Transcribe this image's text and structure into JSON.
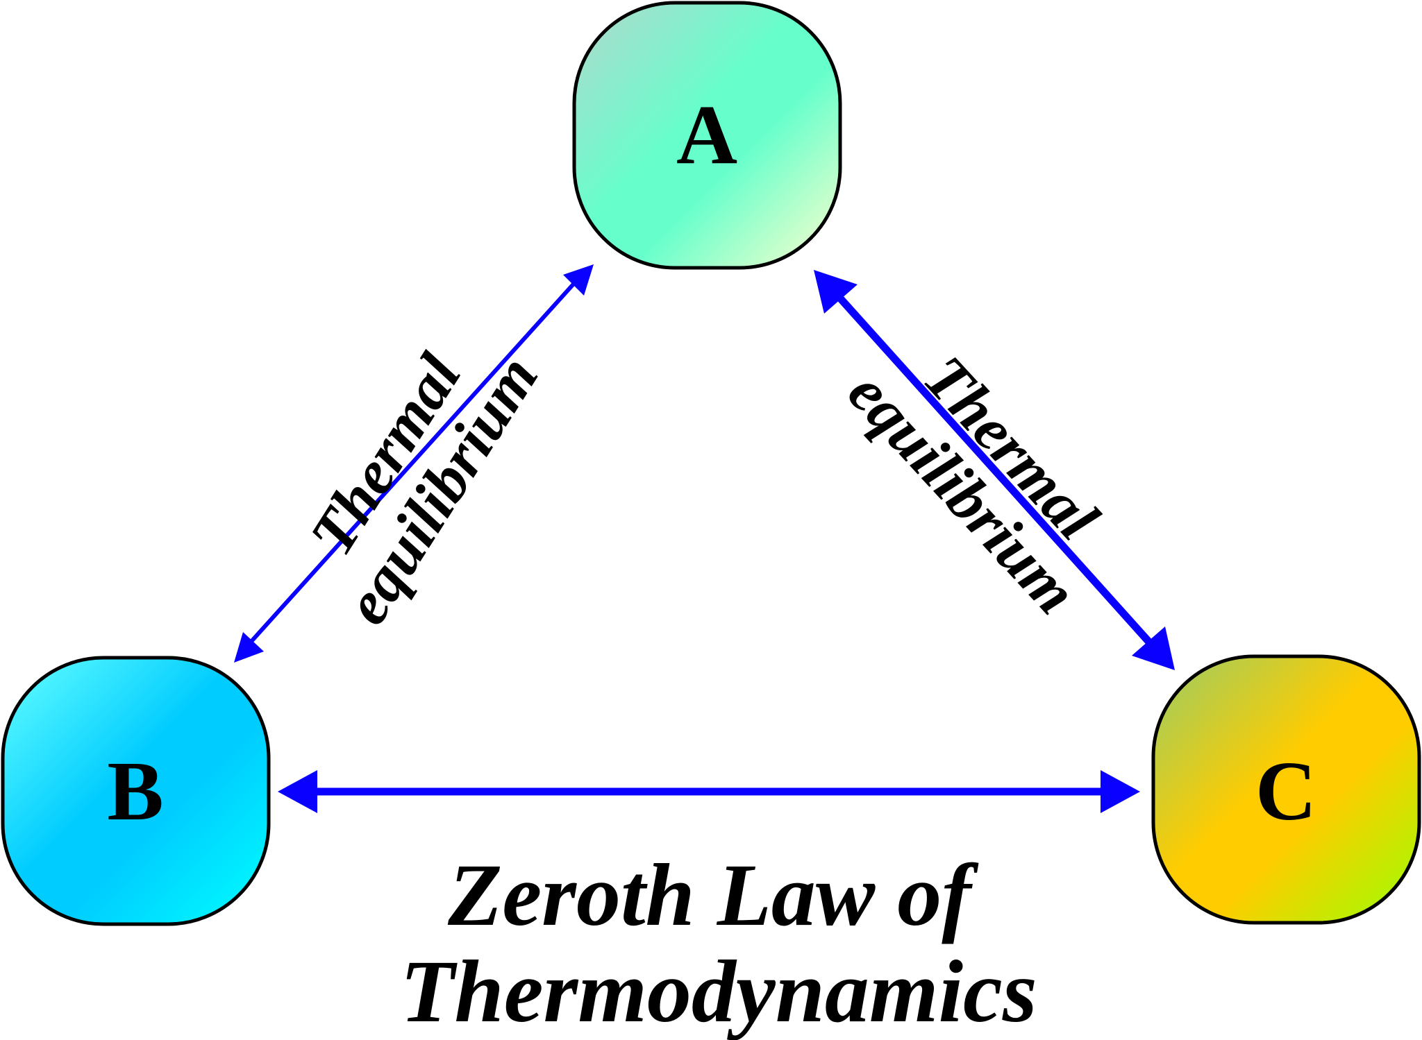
{
  "nodes": {
    "a": {
      "label": "A"
    },
    "b": {
      "label": "B"
    },
    "c": {
      "label": "C"
    }
  },
  "edges": {
    "a_b": {
      "line1": "Thermal",
      "line2": "equilibrium"
    },
    "a_c": {
      "line1": "Thermal",
      "line2": "equilibrium"
    },
    "b_c": {
      "line1": "",
      "line2": ""
    }
  },
  "caption": {
    "line1": "Zeroth Law of",
    "line2": "Thermodynamics"
  },
  "colors": {
    "arrow": "#0a00ff",
    "node_border": "#000000",
    "node_a_gradient": [
      "#b0d8cc",
      "#66ffcc",
      "#ffffcc"
    ],
    "node_b_gradient": [
      "#66ffff",
      "#00ccff",
      "#00ffff"
    ],
    "node_c_gradient": [
      "#99cc66",
      "#ffcc00",
      "#99ff00"
    ]
  }
}
